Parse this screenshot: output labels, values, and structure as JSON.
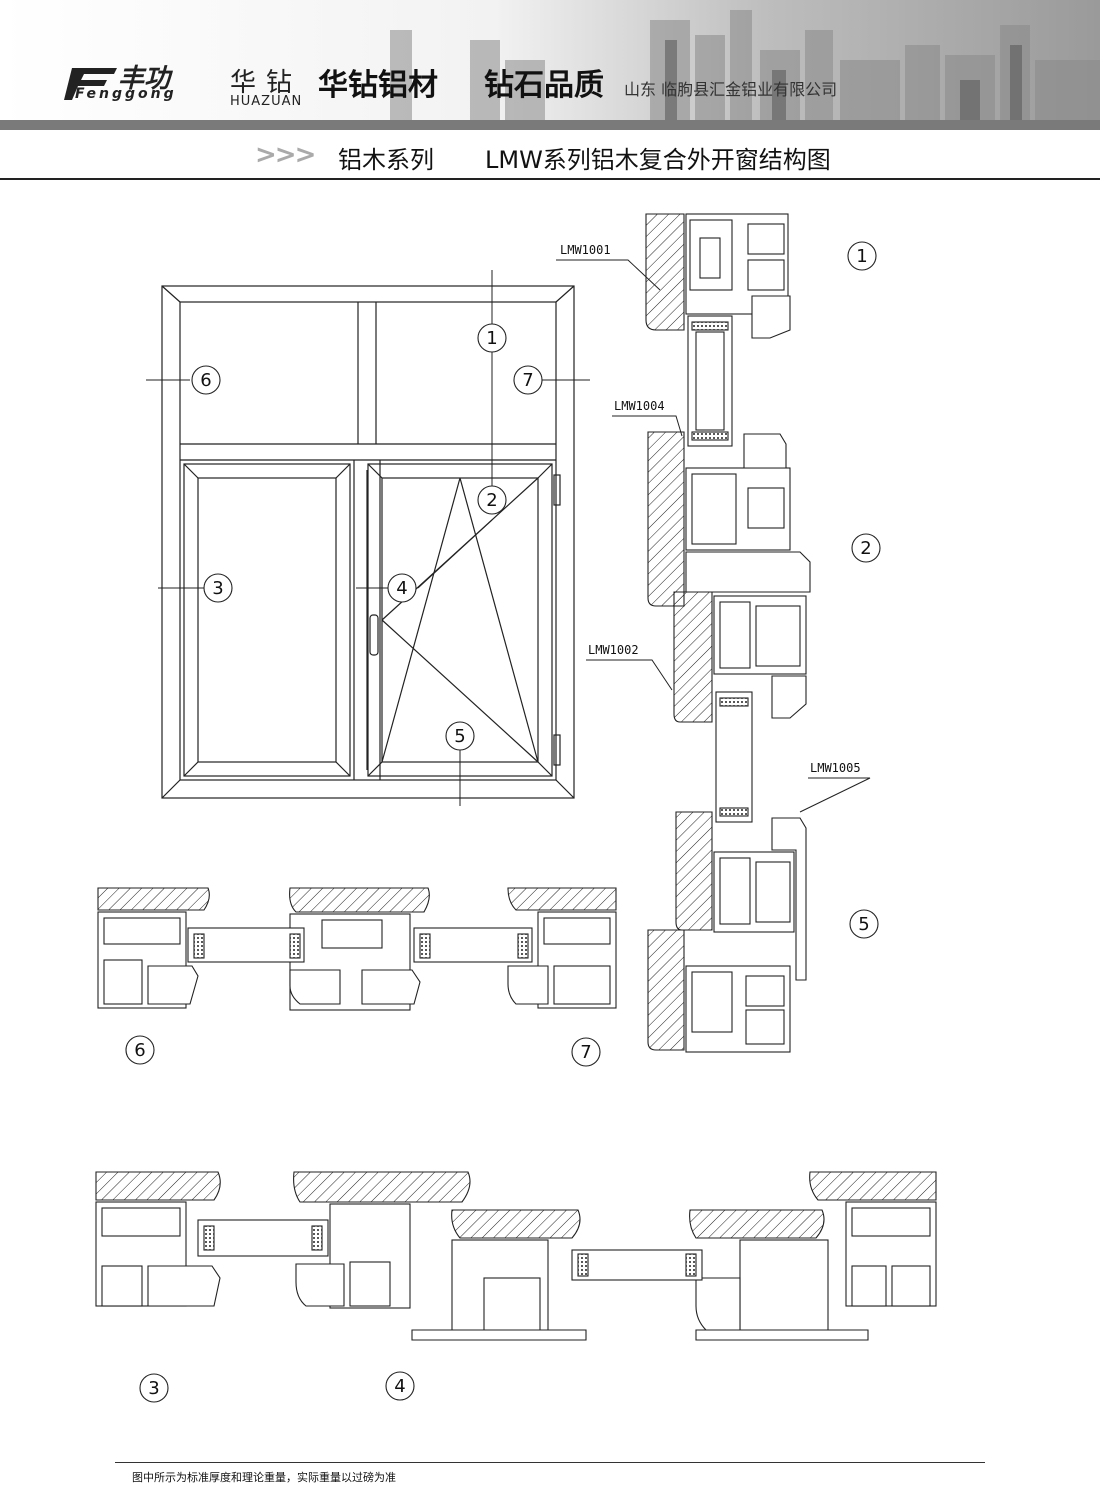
{
  "header": {
    "logo_text": "丰功",
    "logo_sub": "Fenggong",
    "brand_cn": "华钻",
    "brand_en": "HUAZUAN",
    "slogan_1": "华钻铝材",
    "slogan_2": "钻石品质",
    "company": "山东 临朐县汇金铝业有限公司"
  },
  "title_bar": {
    "arrows": ">>>",
    "series": "铝木系列",
    "drawing_title": "LMW系列铝木复合外开窗结构图"
  },
  "callouts": [
    "1",
    "2",
    "3",
    "4",
    "5",
    "6",
    "7"
  ],
  "profile_labels": [
    "LMW1001",
    "LMW1004",
    "LMW1002",
    "LMW1005"
  ],
  "footnote": "图中所示为标准厚度和理论重量，实际重量以过磅为准"
}
